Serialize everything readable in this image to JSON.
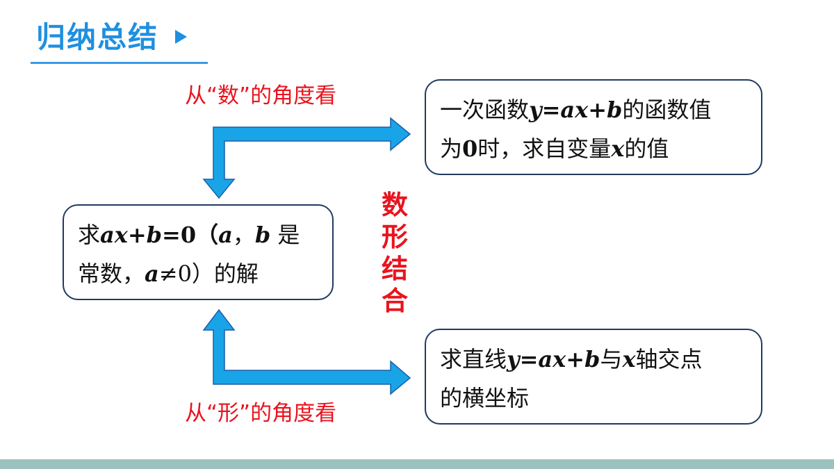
{
  "header": {
    "title": "归纳总结"
  },
  "labels": {
    "number_view": "从“数”的角度看",
    "shape_view": "从“形”的角度看"
  },
  "vertical_label": [
    "数",
    "形",
    "结",
    "合"
  ],
  "boxes": {
    "left": {
      "line1": {
        "t1": "求",
        "expr": "ax+b",
        "t2": "=0（",
        "a": "a",
        "t3": "，",
        "b": "b",
        "t4": " 是"
      },
      "line2": {
        "t1": "常数，",
        "a": "a",
        "t2": "≠0）的解"
      }
    },
    "top": {
      "line1": {
        "t1": "一次函数",
        "expr": "y=ax+b",
        "t2": "的函数值"
      },
      "line2": {
        "t1": "为",
        "zero": "0",
        "t2": "时，求自变量",
        "x": "x",
        "t3": "的值"
      }
    },
    "bottom": {
      "line1": {
        "t1": "求直线",
        "expr": "y=ax+b",
        "t2": "与",
        "x": "x",
        "t3": "轴交点"
      },
      "line2": {
        "t1": "的横坐标"
      }
    }
  },
  "colors": {
    "header": "#1f8fe0",
    "arrow_fill": "#19a4e8",
    "arrow_stroke": "#1a5fa8",
    "label_red": "#e8141e",
    "box_border": "#1f3a5f",
    "footer": "#9cc2bd"
  }
}
